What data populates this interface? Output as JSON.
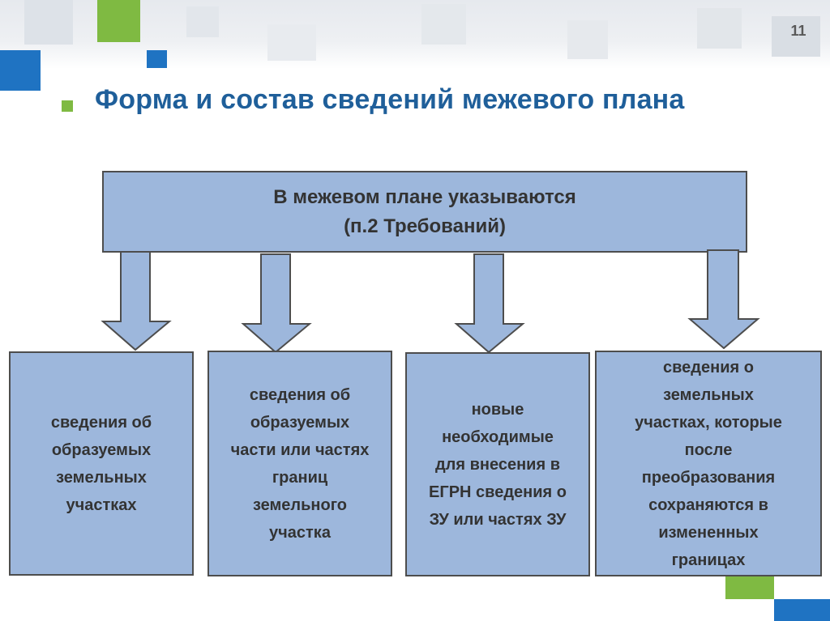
{
  "page_number": "11",
  "title": "Форма и состав сведений межевого плана",
  "diagram": {
    "header": {
      "line1": "В  межевом плане указываются",
      "line2": "(п.2 Требований)"
    },
    "items": [
      "сведения об\nобразуемых\nземельных\nучастках",
      "сведения об\nобразуемых\nчасти или частях\nграниц\nземельного\nучастка",
      "новые\nнеобходимые\nдля внесения в\nЕГРН сведения о\nЗУ или частях ЗУ",
      "сведения о\nземельных\nучастках, которые\nпосле\nпреобразования\nсохраняются в\nизмененных\nграницах"
    ]
  },
  "colors": {
    "title": "#1f5f9a",
    "box_fill": "#9db7dc",
    "box_border": "#4d4d4d",
    "accent_green": "#7fba42",
    "accent_blue": "#1f73c2"
  }
}
